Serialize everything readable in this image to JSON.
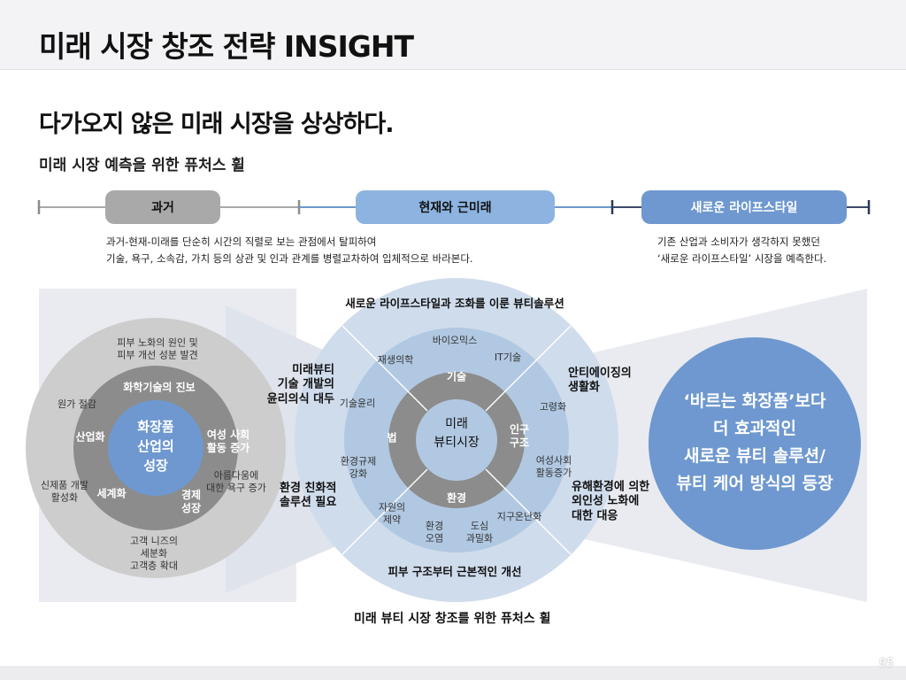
{
  "header": {
    "title": "미래 시장 창조 전략 INSIGHT"
  },
  "headline": "다가오지 않은 미래 시장을 상상하다.",
  "subhead": "미래 시장 예측을 위한 퓨처스 휠",
  "timeline": {
    "stages": [
      "과거",
      "현재와 근미래",
      "새로운 라이프스타일"
    ],
    "desc_left": [
      "과거-현재-미래를 단순히 시간의 직렬로 보는 관점에서 탈피하여",
      "기술, 욕구, 소속감, 가치 등의 상관 및 인과 관계를 병렬교차하여 입체적으로 바라본다."
    ],
    "desc_right": [
      "기존 산업과 소비자가 생각하지 못했던",
      "‘새로운 라이프스타일’ 시장을 예측한다."
    ]
  },
  "left_wheel": {
    "center": [
      "화장품",
      "산업의",
      "성장"
    ],
    "ring": {
      "top": "화학기술의 진보",
      "left": "산업화",
      "right": [
        "여성 사회",
        "활동 증가"
      ],
      "bottom_left": "세계화",
      "bottom_right": [
        "경제",
        "성장"
      ]
    },
    "outer": {
      "top": [
        "피부 노화의 원인 및",
        "피부 개선 성분 발견"
      ],
      "top_left": "원가 절감",
      "bottom_left": [
        "신제품 개발",
        "활성화"
      ],
      "right": [
        "아름다움에",
        "대한 욕구 증가"
      ],
      "bottom": [
        "고객 니즈의",
        "세분화",
        "고객층 확대"
      ]
    }
  },
  "center_wheel": {
    "top_caption": "새로운 라이프스타일과 조화를 이룬 뷰티솔루션",
    "bottom_caption": "피부 구조부터 근본적인 개선",
    "center": [
      "미래",
      "뷰티시장"
    ],
    "ring": {
      "top": "기술",
      "left": "법",
      "right": [
        "인구",
        "구조"
      ],
      "bottom": "환경"
    },
    "outer": {
      "bio": "바이오믹스",
      "regen": "재생의학",
      "it": "IT기술",
      "ethics": "기술윤리",
      "aging": "고령화",
      "reg": [
        "환경규제",
        "강화"
      ],
      "women": [
        "여성사회",
        "활동증가"
      ],
      "resource": [
        "자원의",
        "제약"
      ],
      "pollution": [
        "환경",
        "오염"
      ],
      "urban": [
        "도심",
        "과밀화"
      ],
      "warming": "지구온난화"
    },
    "side_notes": {
      "upper_left": [
        "미래뷰티",
        "기술 개발의",
        "윤리의식 대두"
      ],
      "lower_left": [
        "환경 친화적",
        "솔루션 필요"
      ],
      "upper_right": [
        "안티에이징의",
        "생활화"
      ],
      "lower_right": [
        "유해환경에 의한",
        "외인성 노화에",
        "대한 대응"
      ]
    }
  },
  "result": {
    "lines": [
      "‘바르는 화장품’보다",
      "더 효과적인",
      "새로운 뷰티 솔루션/",
      "뷰티 케어 방식의 등장"
    ]
  },
  "bottom_caption": "미래 뷰티 시장 창조를 위한 퓨처스 휠",
  "page_number": "95",
  "colors": {
    "accent_blue": "#6e98cf",
    "light_blue": "#8db4e0",
    "ring_gray": "#8c8c8c",
    "pale_bg": "#e9ebf1"
  }
}
